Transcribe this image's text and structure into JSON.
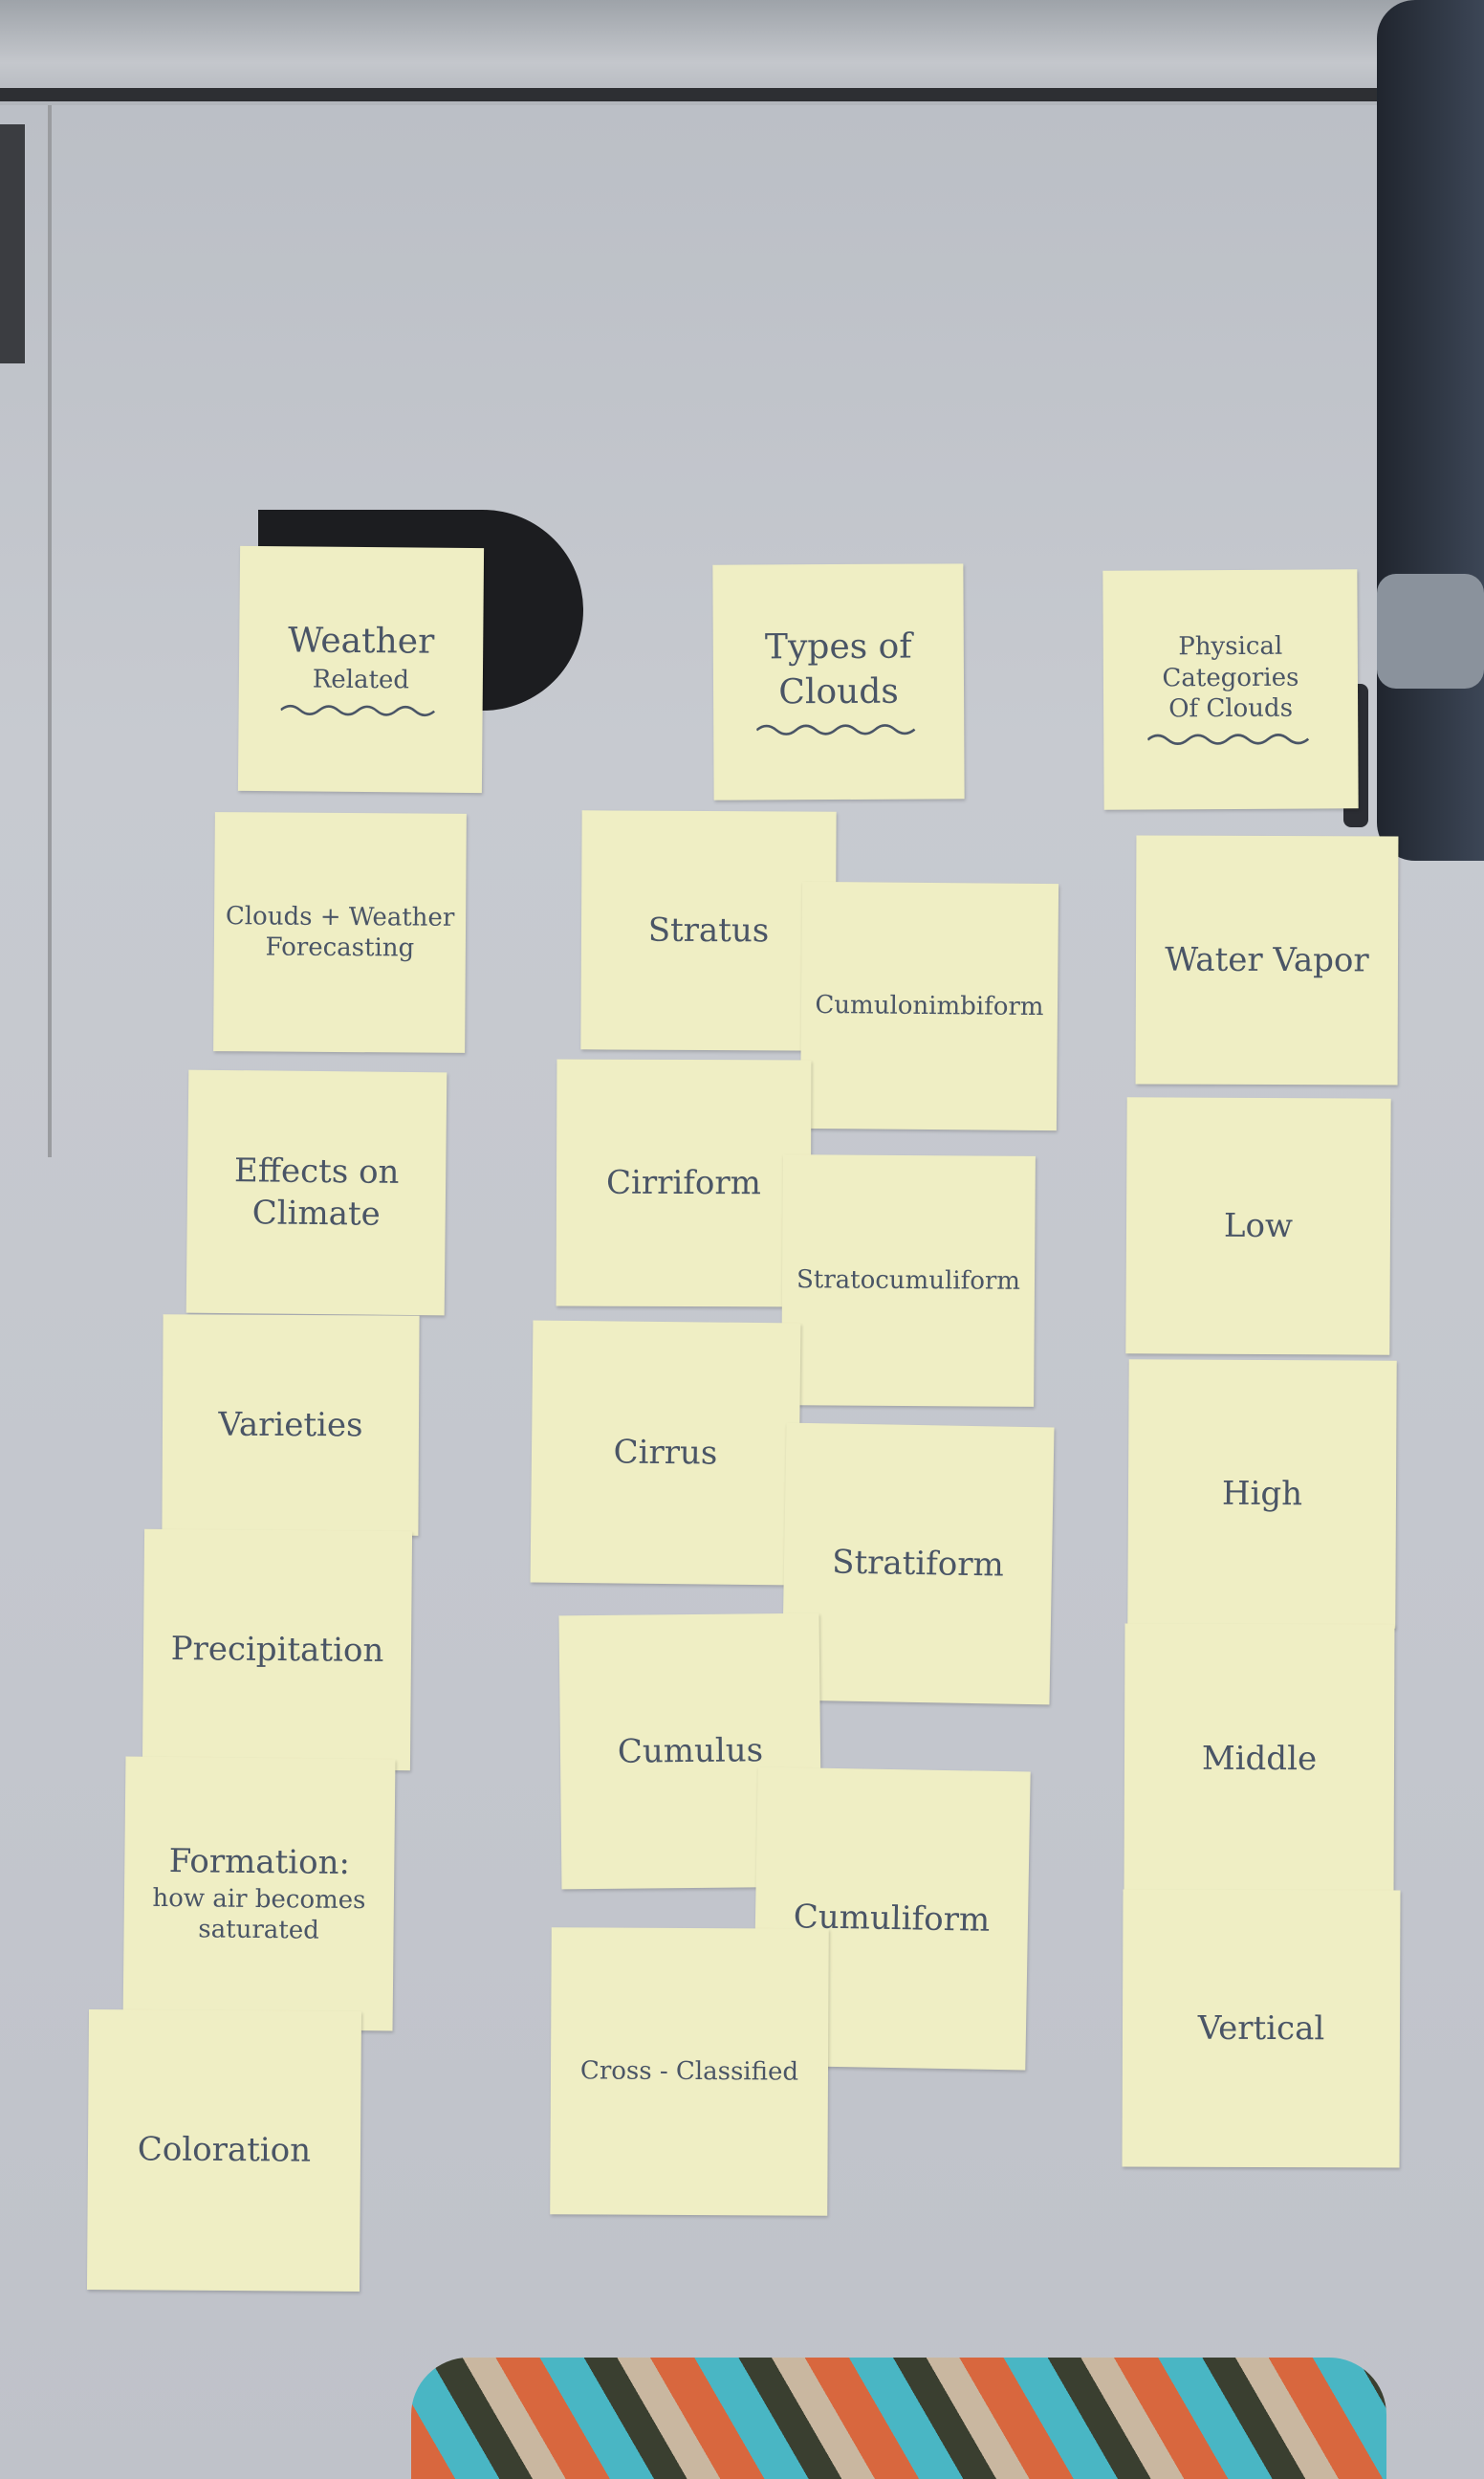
{
  "columns": [
    {
      "header": {
        "line1": "Weather",
        "line2": "Related"
      },
      "notes": [
        "Clouds + Weather Forecasting",
        "Effects on Climate",
        "Varieties",
        "Precipitation",
        "Formation:",
        "how air becomes saturated",
        "Coloration"
      ]
    },
    {
      "header": {
        "line1": "Types of",
        "line2": "Clouds"
      },
      "notes": [
        "Stratus",
        "Cumulonimbiform",
        "Cirriform",
        "Stratocumuliform",
        "Cirrus",
        "Stratiform",
        "Cumulus",
        "Cumuliform",
        "Cross - Classified"
      ]
    },
    {
      "header": {
        "line1": "Physical",
        "line2": "Categories",
        "line3": "Of Clouds"
      },
      "notes": [
        "Water Vapor",
        "Low",
        "High",
        "Middle",
        "Vertical"
      ]
    }
  ],
  "colors": {
    "note": "#efeec4",
    "ink": "#4a5566",
    "wall": "#c4c7cd"
  }
}
